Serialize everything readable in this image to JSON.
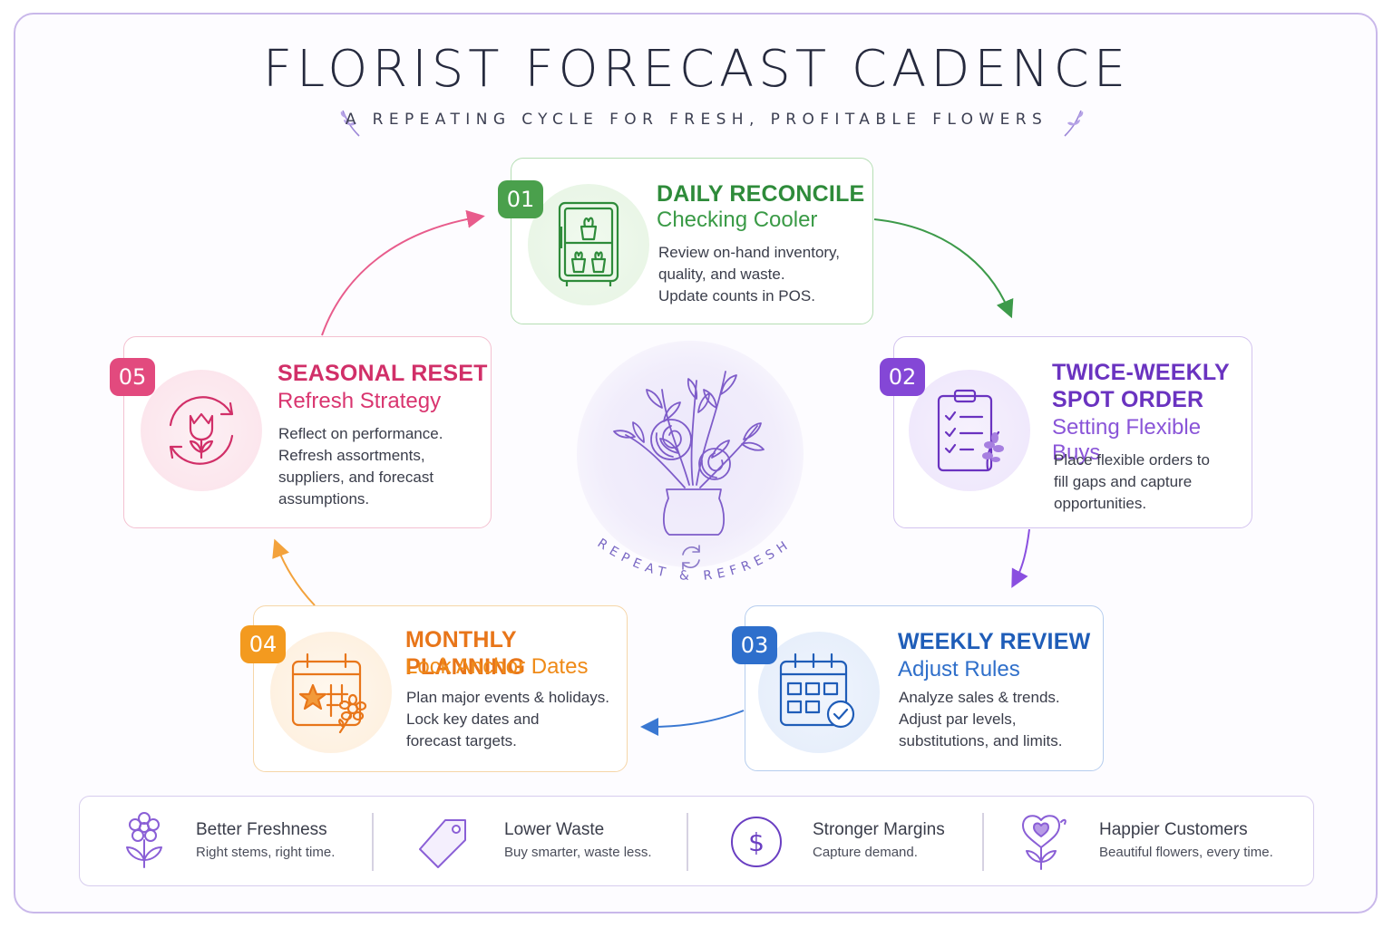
{
  "header": {
    "title": "FLORIST FORECAST CADENCE",
    "subtitle": "A REPEATING CYCLE FOR FRESH, PROFITABLE FLOWERS"
  },
  "center": {
    "label": "REPEAT & REFRESH",
    "icon": "flower-vase-icon"
  },
  "steps": [
    {
      "number": "01",
      "title": "DAILY RECONCILE",
      "subtitle": "Checking Cooler",
      "lines": [
        "Review on-hand inventory,",
        "quality, and waste.",
        "Update counts in POS."
      ],
      "icon": "cooler-icon",
      "color": "#2e8b3a"
    },
    {
      "number": "02",
      "title_lines": [
        "TWICE-WEEKLY",
        "SPOT ORDER"
      ],
      "subtitle": "Setting Flexible Buys",
      "lines": [
        "Place flexible orders to",
        "fill gaps and capture",
        "opportunities."
      ],
      "icon": "clipboard-icon",
      "color": "#7a3fd1"
    },
    {
      "number": "03",
      "title": "WEEKLY REVIEW",
      "subtitle": "Adjust Rules",
      "lines": [
        "Analyze sales & trends.",
        "Adjust par levels,",
        "substitutions, and limits."
      ],
      "icon": "calendar-check-icon",
      "color": "#2566c4"
    },
    {
      "number": "04",
      "title": "MONTHLY PLANNING",
      "subtitle": "Lock Anchor Dates",
      "lines": [
        "Plan major events & holidays.",
        "Lock key dates and",
        "forecast targets."
      ],
      "icon": "calendar-flower-icon",
      "color": "#ef8a17"
    },
    {
      "number": "05",
      "title": "SEASONAL RESET",
      "subtitle": "Refresh Strategy",
      "lines": [
        "Reflect on performance.",
        "Refresh assortments,",
        "suppliers, and forecast",
        "assumptions."
      ],
      "icon": "tulip-cycle-icon",
      "color": "#d9356f"
    }
  ],
  "benefits": [
    {
      "title": "Better Freshness",
      "subtitle": "Right stems, right time.",
      "icon": "flower-icon"
    },
    {
      "title": "Lower Waste",
      "subtitle": "Buy smarter, waste less.",
      "icon": "price-tag-icon"
    },
    {
      "title": "Stronger Margins",
      "subtitle": "Capture demand.",
      "icon": "dollar-icon"
    },
    {
      "title": "Happier Customers",
      "subtitle": "Beautiful flowers, every time.",
      "icon": "heart-flower-icon"
    }
  ]
}
